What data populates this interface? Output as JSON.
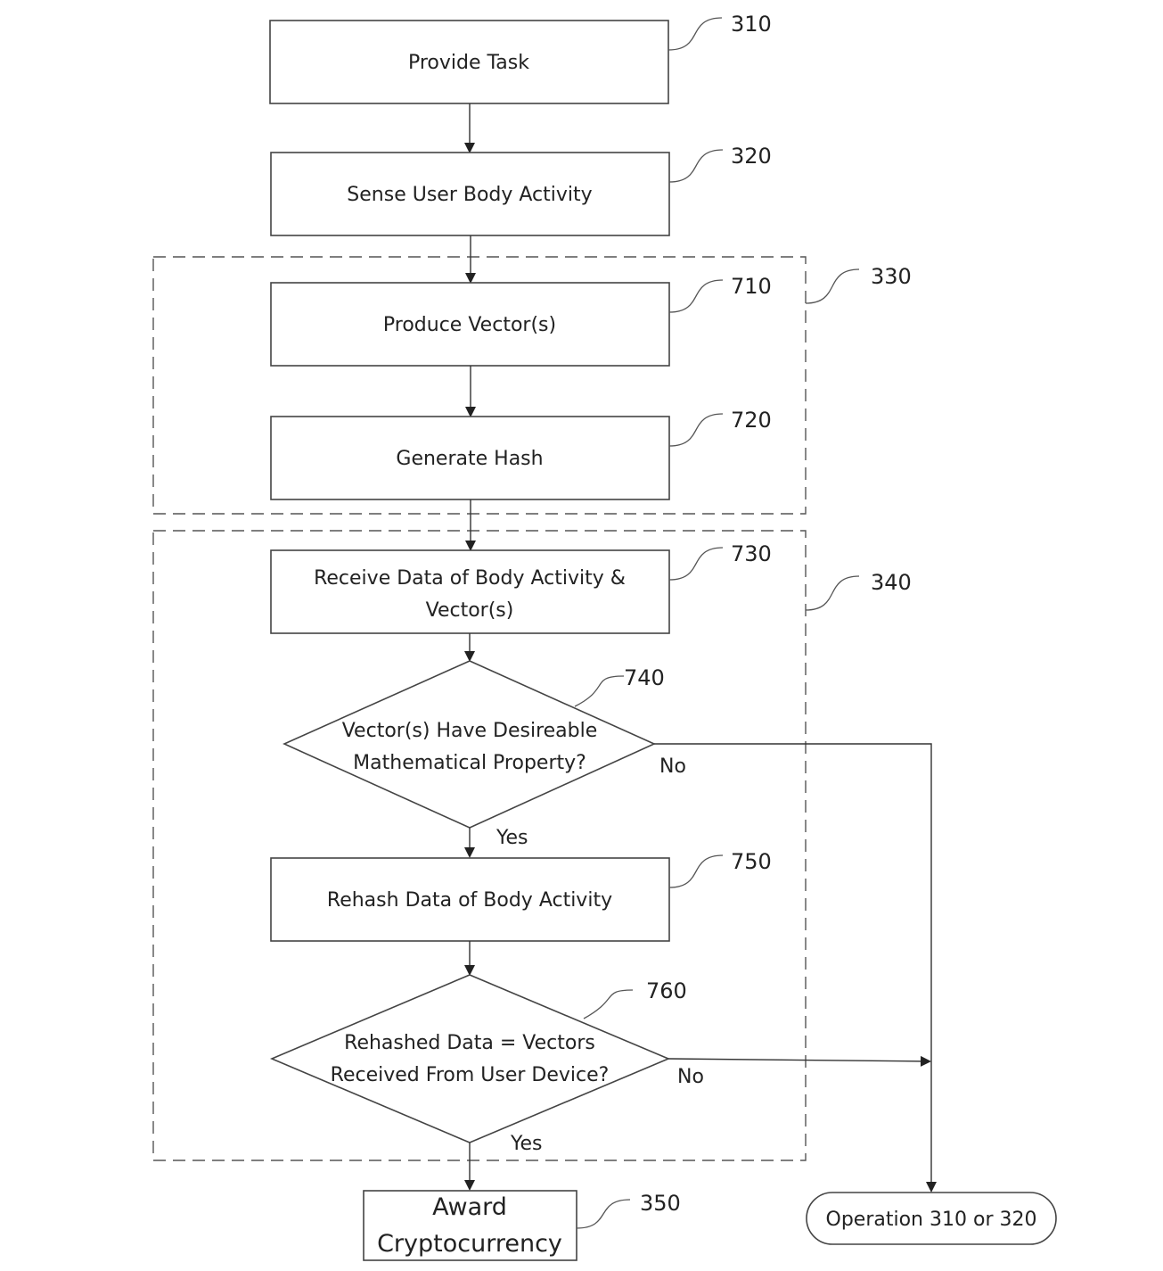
{
  "diagram": {
    "type": "flowchart",
    "nodes": {
      "n310": {
        "ref": "310",
        "label": "Provide Task"
      },
      "n320": {
        "ref": "320",
        "label": "Sense User Body Activity"
      },
      "n710": {
        "ref": "710",
        "label": "Produce Vector(s)"
      },
      "n720": {
        "ref": "720",
        "label": "Generate Hash"
      },
      "n730": {
        "ref": "730",
        "line1": "Receive Data of Body Activity &",
        "line2": "Vector(s)"
      },
      "n740": {
        "ref": "740",
        "line1": "Vector(s) Have Desireable",
        "line2": "Mathematical Property?"
      },
      "n750": {
        "ref": "750",
        "label": "Rehash Data of Body Activity"
      },
      "n760": {
        "ref": "760",
        "line1": "Rehashed Data = Vectors",
        "line2": "Received From User Device?"
      },
      "n350": {
        "ref": "350",
        "line1": "Award",
        "line2": "Cryptocurrency"
      },
      "terminal": {
        "label": "Operation 310 or 320"
      }
    },
    "groups": {
      "g330": {
        "ref": "330"
      },
      "g340": {
        "ref": "340"
      }
    },
    "edges": {
      "yes_740": "Yes",
      "no_740": "No",
      "yes_760": "Yes",
      "no_760": "No"
    }
  }
}
